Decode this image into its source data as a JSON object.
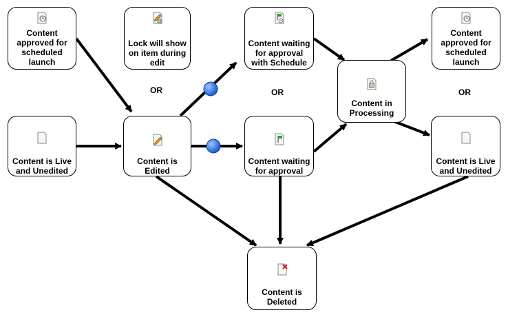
{
  "nodes": {
    "n1": {
      "label": "Content approved for scheduled launch",
      "icon": "clock-document-icon"
    },
    "n2": {
      "label": "Lock will show on item during edit",
      "icon": "pencil-lock-document-icon"
    },
    "n3": {
      "label": "Content waiting for approval with Schedule",
      "icon": "flag-clock-document-icon"
    },
    "n4": {
      "label": "Content approved for scheduled launch",
      "icon": "clock-document-icon"
    },
    "n5": {
      "label": "Content is Live and Unedited",
      "icon": "blank-document-icon"
    },
    "n6": {
      "label": "Content is Edited",
      "icon": "pencil-document-icon"
    },
    "n7": {
      "label": "Content waiting for approval",
      "icon": "flag-document-icon"
    },
    "n8": {
      "label": "Content in Processing",
      "icon": "lock-document-icon"
    },
    "n9": {
      "label": "Content is Live and Unedited",
      "icon": "blank-document-icon"
    },
    "n10": {
      "label": "Content is Deleted",
      "icon": "x-document-icon"
    }
  },
  "or_labels": {
    "or1": "OR",
    "or2": "OR",
    "or3": "OR"
  },
  "colors": {
    "stroke": "#000000",
    "node_fill": "#ffffff",
    "decision_dot": "#2a6fe0",
    "flag": "#22aa22",
    "pencil": "#f2a51f",
    "delete_x": "#dd1111",
    "icon_page": "#f6f6f6"
  }
}
